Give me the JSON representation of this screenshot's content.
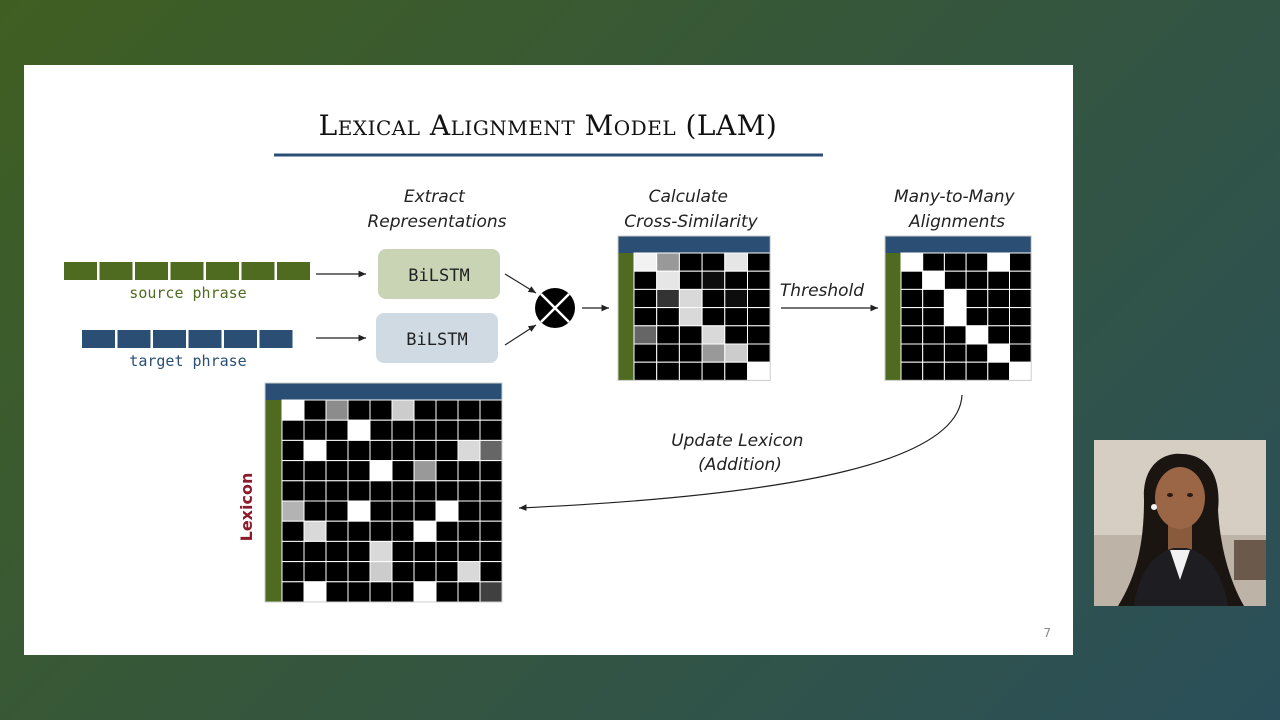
{
  "slide": {
    "title": "Lexical Alignment Model (LAM)",
    "page_number": "7",
    "colors": {
      "source": "#4f6b1f",
      "target": "#2b4f74",
      "title_rule": "#2b4f74",
      "lexicon_label": "#8b1a2b",
      "bilstm_source_bg": "#c9d4b5",
      "bilstm_target_bg": "#cfdae3"
    }
  },
  "diagram": {
    "step_extract": [
      "Extract",
      "Representations"
    ],
    "step_similarity": [
      "Calculate",
      "Cross-Similarity"
    ],
    "step_alignments": [
      "Many-to-Many",
      "Alignments"
    ],
    "bilstm_label": "BiLSTM",
    "source_label": "source phrase",
    "target_label": "target phrase",
    "threshold_label": "Threshold",
    "update_label": [
      "Update Lexicon",
      "(Addition)"
    ],
    "lexicon_label": "Lexicon",
    "source_tokens": 7,
    "target_tokens": 6,
    "similarity_matrix": [
      [
        0.95,
        0.6,
        0,
        0,
        0.9,
        0
      ],
      [
        0,
        0.9,
        0,
        0.05,
        0,
        0
      ],
      [
        0,
        0.2,
        0.85,
        0,
        0.05,
        0
      ],
      [
        0,
        0,
        0.85,
        0,
        0,
        0
      ],
      [
        0.4,
        0,
        0,
        0.85,
        0,
        0
      ],
      [
        0,
        0,
        0,
        0.6,
        0.8,
        0
      ],
      [
        0,
        0,
        0,
        0,
        0,
        1
      ]
    ],
    "alignment_matrix": [
      [
        1,
        0,
        0,
        0,
        1,
        0
      ],
      [
        0,
        1,
        0,
        0,
        0,
        0
      ],
      [
        0,
        0,
        1,
        0,
        0,
        0
      ],
      [
        0,
        0,
        1,
        0,
        0,
        0
      ],
      [
        0,
        0,
        0,
        1,
        0,
        0
      ],
      [
        0,
        0,
        0,
        0,
        1,
        0
      ],
      [
        0,
        0,
        0,
        0,
        0,
        1
      ]
    ],
    "lexicon_matrix": [
      [
        1,
        0,
        0.55,
        0,
        0,
        0.8,
        0,
        0,
        0,
        0
      ],
      [
        0,
        0,
        0,
        1,
        0,
        0,
        0,
        0,
        0,
        0
      ],
      [
        0,
        1,
        0,
        0,
        0,
        0,
        0,
        0,
        0.85,
        0.4
      ],
      [
        0,
        0,
        0,
        0,
        1,
        0,
        0.6,
        0,
        0,
        0
      ],
      [
        0,
        0,
        0,
        0,
        0,
        0,
        0,
        0,
        0,
        0
      ],
      [
        0.7,
        0,
        0,
        1,
        0,
        0,
        0,
        1,
        0,
        0
      ],
      [
        0,
        0.85,
        0,
        0,
        0,
        0,
        1,
        0,
        0,
        0
      ],
      [
        0,
        0,
        0,
        0,
        0.85,
        0,
        0,
        0,
        0,
        0
      ],
      [
        0,
        0,
        0,
        0,
        0.8,
        0,
        0,
        0,
        0.85,
        0
      ],
      [
        0,
        1,
        0,
        0,
        0,
        0,
        1,
        0,
        0,
        0.25
      ]
    ]
  }
}
